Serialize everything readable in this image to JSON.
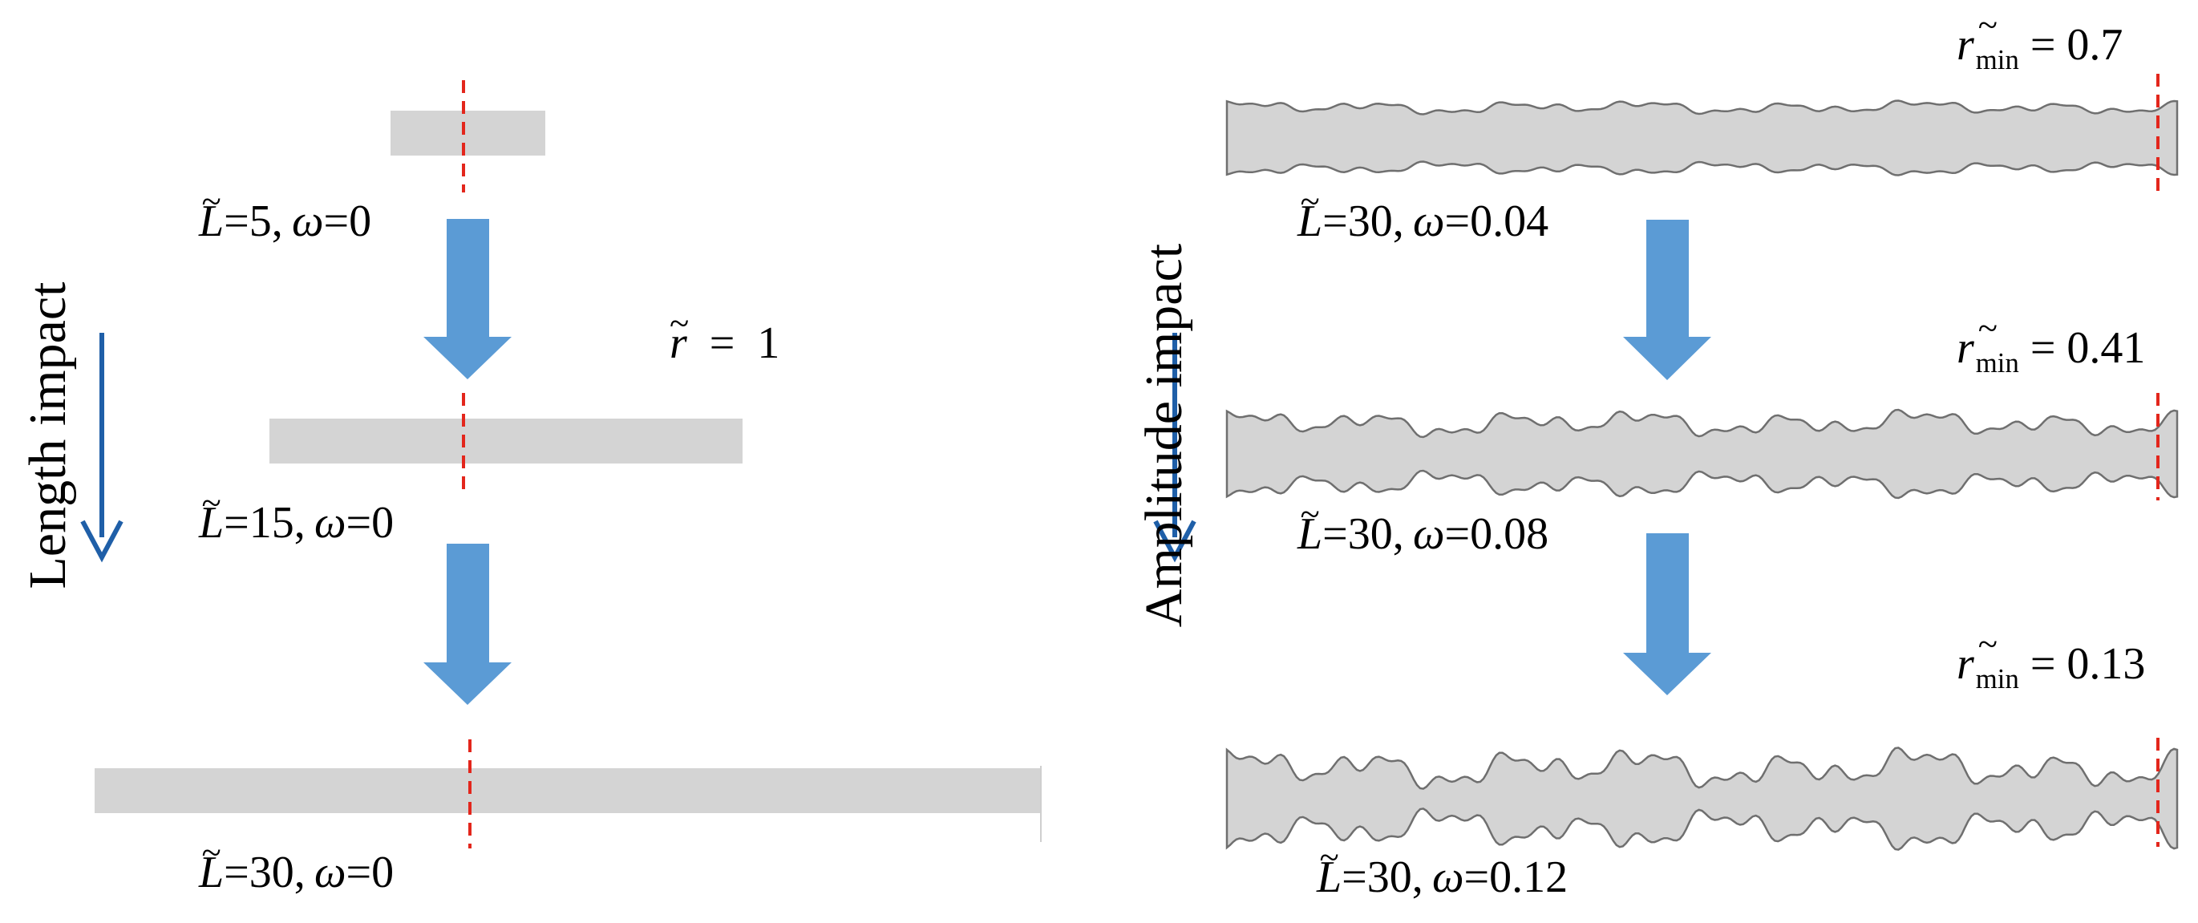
{
  "left_panel": {
    "axis_label": "Length impact",
    "radius_note": {
      "symbol": "r",
      "value": "1"
    },
    "stages": [
      {
        "L": "5",
        "omega": "0"
      },
      {
        "L": "15",
        "omega": "0"
      },
      {
        "L": "30",
        "omega": "0"
      }
    ]
  },
  "right_panel": {
    "axis_label": "Amplitude impact",
    "stages": [
      {
        "L": "30",
        "omega": "0.04",
        "rmin": "0.7",
        "amp": 0.04
      },
      {
        "L": "30",
        "omega": "0.08",
        "rmin": "0.41",
        "amp": 0.08
      },
      {
        "L": "30",
        "omega": "0.12",
        "rmin": "0.13",
        "amp": 0.12
      }
    ]
  },
  "symbols": {
    "L": "L",
    "omega": "ω",
    "r": "r",
    "rmin_sub": "min",
    "tilde": "~"
  },
  "colors": {
    "cylinder_fill": "#d4d4d4",
    "cylinder_stroke": "#6f6f6f",
    "marker_line": "#e3261c",
    "big_arrow": "#5b9bd5",
    "axis_arrow": "#1f5fa8"
  }
}
